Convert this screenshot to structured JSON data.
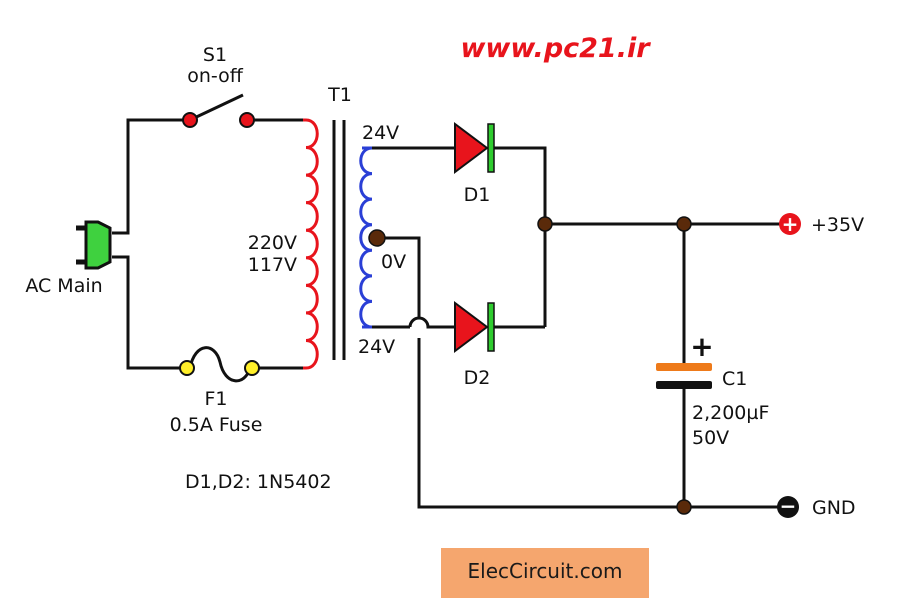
{
  "watermark": {
    "url": "www.pc21.ir",
    "url_color": "#e8141c"
  },
  "brand": {
    "text": "ElecCircuit.com",
    "bg_color": "#f5a66e"
  },
  "components": {
    "switch": {
      "ref": "S1",
      "desc": "on-off"
    },
    "transformer": {
      "ref": "T1",
      "primary_v1": "220V",
      "primary_v2": "117V",
      "secondary_top": "24V",
      "center_tap": "0V",
      "secondary_bottom": "24V"
    },
    "plug": {
      "label": "AC Main"
    },
    "fuse": {
      "ref": "F1",
      "desc": "0.5A Fuse"
    },
    "diode1": {
      "ref": "D1"
    },
    "diode2": {
      "ref": "D2"
    },
    "diode_note": "D1,D2: 1N5402",
    "capacitor": {
      "ref": "C1",
      "value": "2,200µF",
      "voltage": "50V",
      "polarity": "+"
    },
    "output_pos": {
      "label": "+35V",
      "symbol": "+"
    },
    "output_neg": {
      "label": "GND",
      "symbol": "−"
    }
  },
  "colors": {
    "wire": "#111111",
    "primary_coil": "#e8141c",
    "secondary_coil": "#2a3fd6",
    "diode_body": "#e8141c",
    "diode_band": "#2ecc2e",
    "plug": "#3fd13f",
    "terminal_red": "#e8141c",
    "terminal_yellow": "#ffef2a",
    "junction": "#5a2a0a",
    "cap_plate": "#ee7a1a"
  }
}
